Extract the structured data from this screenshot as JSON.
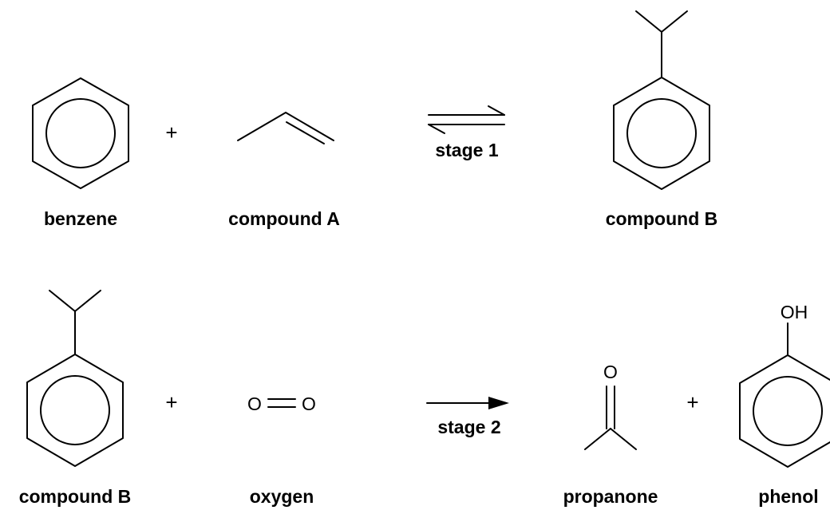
{
  "reaction1": {
    "reactant1": {
      "label": "benzene"
    },
    "plus": "+",
    "reactant2": {
      "label": "compound A"
    },
    "arrow": {
      "type": "equilibrium",
      "label": "stage 1"
    },
    "product": {
      "label": "compound B"
    }
  },
  "reaction2": {
    "reactant1": {
      "label": "compound B"
    },
    "plus1": "+",
    "reactant2": {
      "label": "oxygen",
      "atom_left": "O",
      "atom_right": "O"
    },
    "arrow": {
      "type": "forward",
      "label": "stage 2"
    },
    "product1": {
      "label": "propanone",
      "atom": "O"
    },
    "plus2": "+",
    "product2": {
      "label": "phenol",
      "atom": "OH"
    }
  }
}
